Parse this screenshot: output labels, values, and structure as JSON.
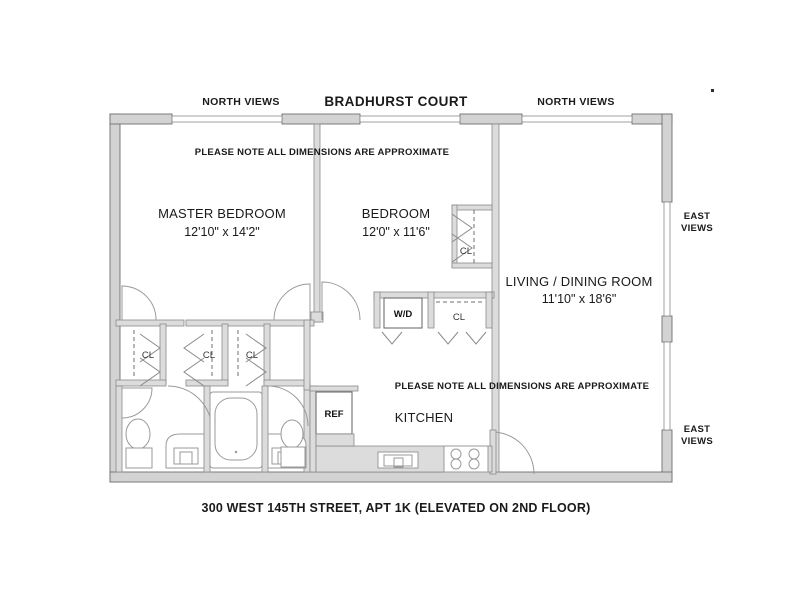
{
  "title": "BRADHURST COURT",
  "caption": "300 WEST 145TH STREET, APT 1K (ELEVATED ON 2ND FLOOR)",
  "notes": {
    "note_top": "PLEASE NOTE ALL DIMENSIONS ARE APPROXIMATE",
    "note_bottom": "PLEASE NOTE ALL DIMENSIONS ARE APPROXIMATE"
  },
  "exposures": {
    "north_left": "NORTH VIEWS",
    "north_right": "NORTH VIEWS",
    "east_upper_line1": "EAST",
    "east_upper_line2": "VIEWS",
    "east_lower_line1": "EAST",
    "east_lower_line2": "VIEWS"
  },
  "rooms": [
    {
      "name": "MASTER BEDROOM",
      "dimensions": "12'10\" x 14'2\""
    },
    {
      "name": "BEDROOM",
      "dimensions": "12'0\" x 11'6\""
    },
    {
      "name": "LIVING / DINING ROOM",
      "dimensions": "11'10\" x 18'6\""
    },
    {
      "name": "KITCHEN",
      "dimensions": ""
    }
  ],
  "closets": [
    {
      "label": "CL"
    },
    {
      "label": "CL"
    },
    {
      "label": "CL"
    },
    {
      "label": "CL"
    },
    {
      "label": "CL"
    }
  ],
  "appliances": [
    {
      "label": "W/D"
    },
    {
      "label": "REF"
    }
  ],
  "colors": {
    "wall_fill": "#d3d3d3",
    "wall_stroke": "#6f6f6f",
    "window_fill": "#ffffff",
    "text": "#1a1a1a",
    "fixture_stroke": "#9a9a9a",
    "background": "#ffffff"
  }
}
